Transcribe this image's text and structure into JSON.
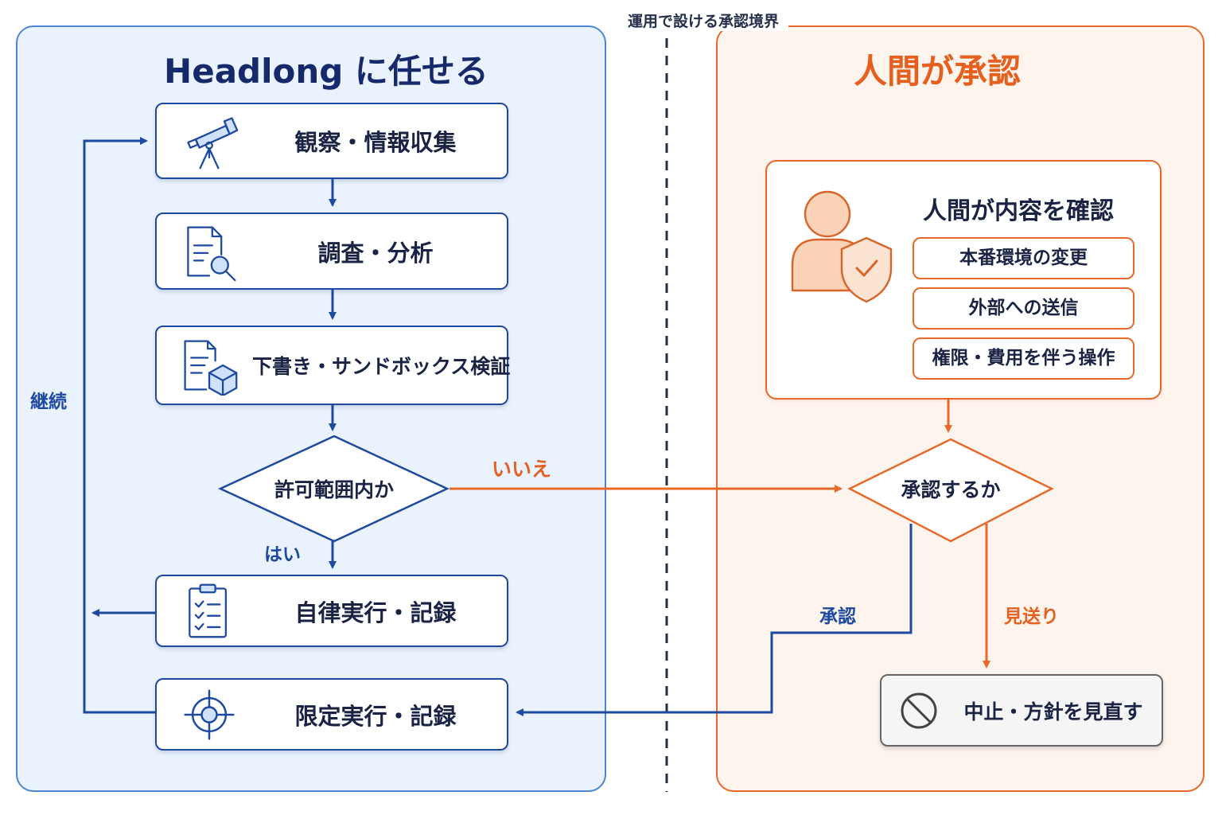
{
  "boundary_label": "運用で設ける承認境界",
  "left_panel": {
    "title": "Headlong に任せる",
    "steps": {
      "observe": "観察・情報収集",
      "investigate": "調査・分析",
      "draft": "下書き・サンドボックス検証",
      "auto": "自律実行・記録",
      "limited": "限定実行・記録"
    },
    "decision": "許可範囲内か",
    "yes_label": "はい",
    "no_label": "いいえ",
    "loop_label": "継続"
  },
  "right_panel": {
    "title": "人間が承認",
    "review_title": "人間が内容を確認",
    "review_items": [
      "本番環境の変更",
      "外部への送信",
      "権限・費用を伴う操作"
    ],
    "decision": "承認するか",
    "approve_label": "承認",
    "skip_label": "見送り",
    "stop_label": "中止・方針を見直す"
  },
  "colors": {
    "blue": "#1d4aa0",
    "navy": "#16296b",
    "orange": "#e8692a",
    "left_bg": "#eaf2fd",
    "right_bg": "#fef4ee"
  },
  "icons": [
    "telescope-icon",
    "document-search-icon",
    "document-cube-icon",
    "clipboard-checklist-icon",
    "target-icon",
    "user-shield-icon",
    "prohibited-icon"
  ]
}
